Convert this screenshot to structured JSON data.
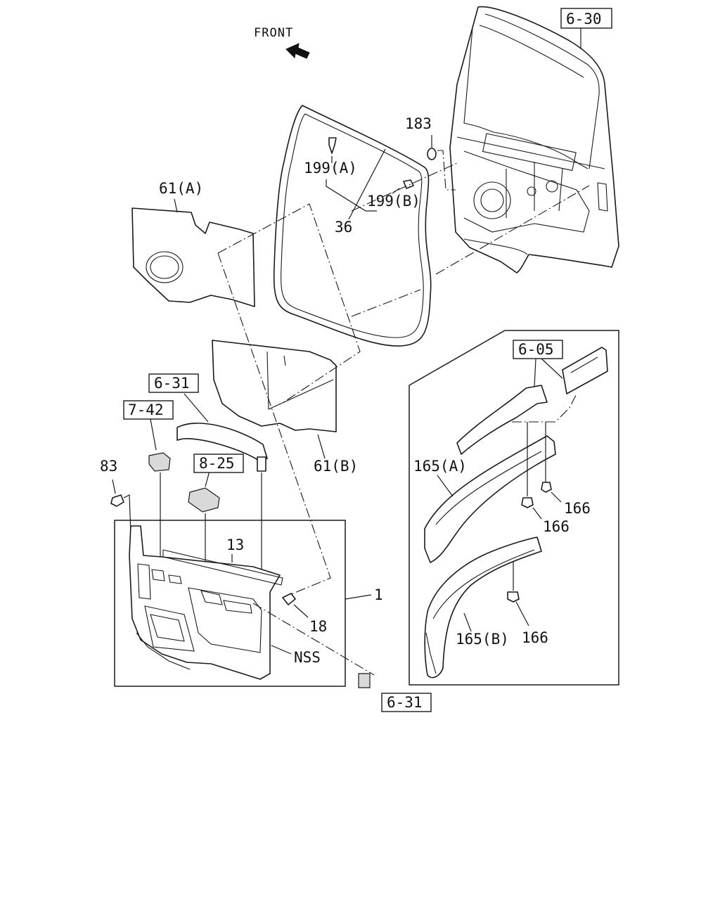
{
  "direction": {
    "label": "FRONT"
  },
  "references": {
    "door_panel": "6-30",
    "handle_top": "6-31",
    "handle_bottom": "6-31",
    "switch_upper": "7-42",
    "switch_window": "8-25",
    "bracket": "6-05"
  },
  "parts": {
    "p183": "183",
    "p199a": "199(A)",
    "p199b": "199(B)",
    "p61a": "61(A)",
    "p36": "36",
    "p61b": "61(B)",
    "p83": "83",
    "p13": "13",
    "p1": "1",
    "p18": "18",
    "nss": "NSS",
    "p165a": "165(A)",
    "p165b": "165(B)",
    "p166_a": "166",
    "p166_b": "166",
    "p166_c": "166"
  }
}
